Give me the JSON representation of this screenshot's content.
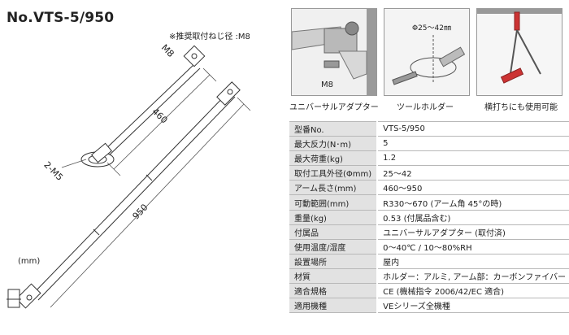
{
  "model_title": "No.VTS-5/950",
  "screw_note": "※推奨取付ねじ径 :M8",
  "drawing_labels": {
    "m8_top": "M8",
    "len_460": "460",
    "len_950": "950",
    "m5": "2-M5",
    "unit": "(mm)"
  },
  "photos": [
    {
      "caption": "ユニバーサルアダプター",
      "inner_label": "M8"
    },
    {
      "caption": "ツールホルダー",
      "inner_label": "Φ25～42㎜"
    },
    {
      "caption": "横打ちにも使用可能",
      "inner_label": ""
    }
  ],
  "specs": [
    {
      "key": "型番No.",
      "value": "VTS-5/950"
    },
    {
      "key": "最大反力(N･m)",
      "value": "5"
    },
    {
      "key": "最大荷重(kg)",
      "value": "1.2"
    },
    {
      "key": "取付工具外径(Φmm)",
      "value": "25～42"
    },
    {
      "key": "アーム長さ(mm)",
      "value": "460～950"
    },
    {
      "key": "可動範囲(mm)",
      "value": "R330～670 (アーム角 45°の時)"
    },
    {
      "key": "重量(kg)",
      "value": "0.53 (付属品含む)"
    },
    {
      "key": "付属品",
      "value": "ユニバーサルアダプター (取付済)"
    },
    {
      "key": "使用温度/湿度",
      "value": "0～40℃ / 10～80%RH"
    },
    {
      "key": "設置場所",
      "value": "屋内"
    },
    {
      "key": "材質",
      "value": "ホルダー：アルミ, アーム部：カーボンファイバー"
    },
    {
      "key": "適合規格",
      "value": "CE (機械指令 2006/42/EC 適合)"
    },
    {
      "key": "適用機種",
      "value": "VEシリーズ全機種"
    }
  ]
}
